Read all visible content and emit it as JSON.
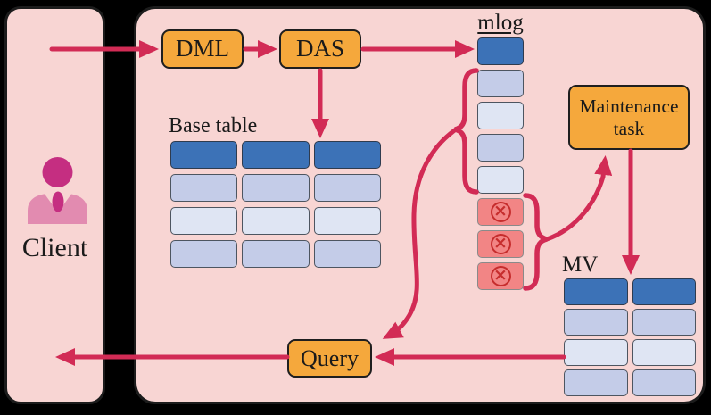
{
  "client_panel": {
    "label": "Client"
  },
  "server_panel": {
    "dml_label": "DML",
    "das_label": "DAS",
    "query_label": "Query",
    "maintenance_label": "Maintenance task",
    "base_table": {
      "title": "Base table",
      "columns": 3,
      "rows": [
        "header",
        "a",
        "b",
        "a"
      ]
    },
    "mlog": {
      "title": "mlog",
      "columns": 1,
      "rows": [
        "header",
        "a",
        "b",
        "a",
        "b",
        "x",
        "x",
        "x"
      ]
    },
    "mv": {
      "title": "MV",
      "columns": 2,
      "rows": [
        "header",
        "a",
        "b",
        "a"
      ]
    }
  },
  "icons": {
    "crossed_circle": "×"
  },
  "colors": {
    "canvas_black": "#000000",
    "panel_pink": "#f8d5d3",
    "box_orange": "#f5a83c",
    "accent_arrow": "#d22b55",
    "row_header": "#3c72b7",
    "row_alt_a": "#c4cce8",
    "row_alt_b": "#dfe5f3",
    "invalid_red": "#f28585",
    "invalid_mark": "#c62d2d",
    "person_head": "#c52e81",
    "person_body": "#e28bb0"
  }
}
